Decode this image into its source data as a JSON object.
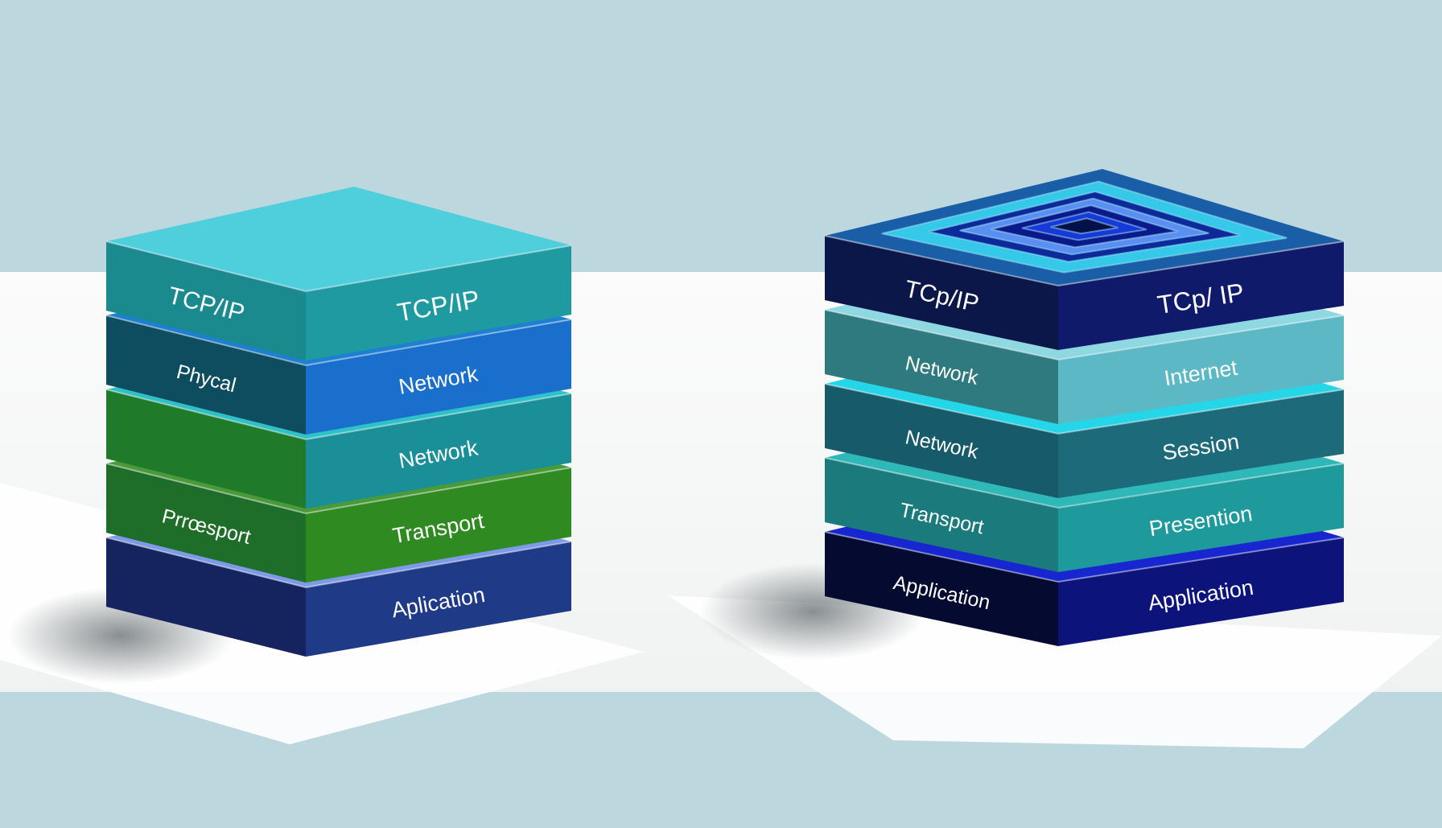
{
  "colors": {
    "sky": "#bcd8de",
    "floor": "#f3f4f4",
    "floor_bottom": "#bcd8de"
  },
  "stacks": [
    {
      "name": "left-stack",
      "top_decoration": false,
      "layers": [
        {
          "left_label": "TCP/IP",
          "right_label": "TCP/IP",
          "top": "#4fcedc",
          "left": "#1b8a8f",
          "right": "#1e9aa0"
        },
        {
          "left_label": "Phycal",
          "right_label": "Network",
          "top": "#1f7fd0",
          "left": "#0e4d5f",
          "right": "#1b6fcc"
        },
        {
          "left_label": "",
          "right_label": "Network",
          "top": "#2ec2c8",
          "left": "#1f7a2a",
          "right": "#1a8f98"
        },
        {
          "left_label": "Prrœsport",
          "right_label": "Transport",
          "top": "#4a9a3a",
          "left": "#1e6e2a",
          "right": "#2f8a22"
        },
        {
          "left_label": "",
          "right_label": "Aplication",
          "top": "#7d9ae8",
          "left": "#15245e",
          "right": "#1f3a86"
        }
      ]
    },
    {
      "name": "right-stack",
      "top_decoration": true,
      "layers": [
        {
          "left_label": "TCp/IP",
          "right_label": "TCp/ IP",
          "top": "#1a5ea8",
          "left": "#0a1748",
          "right": "#0f1b6a"
        },
        {
          "left_label": "Network",
          "right_label": "Internet",
          "top": "#8fd8e2",
          "left": "#2f7a7e",
          "right": "#5cb8c4"
        },
        {
          "left_label": "Network",
          "right_label": "Session",
          "top": "#24d6e8",
          "left": "#175a6a",
          "right": "#1c6a7a"
        },
        {
          "left_label": "Transport",
          "right_label": "Presention",
          "top": "#2fb8b8",
          "left": "#1a7a7c",
          "right": "#1e9a9c"
        },
        {
          "left_label": "Application",
          "right_label": "Application",
          "top": "#1826d0",
          "left": "#050a30",
          "right": "#0c137a"
        }
      ]
    }
  ]
}
